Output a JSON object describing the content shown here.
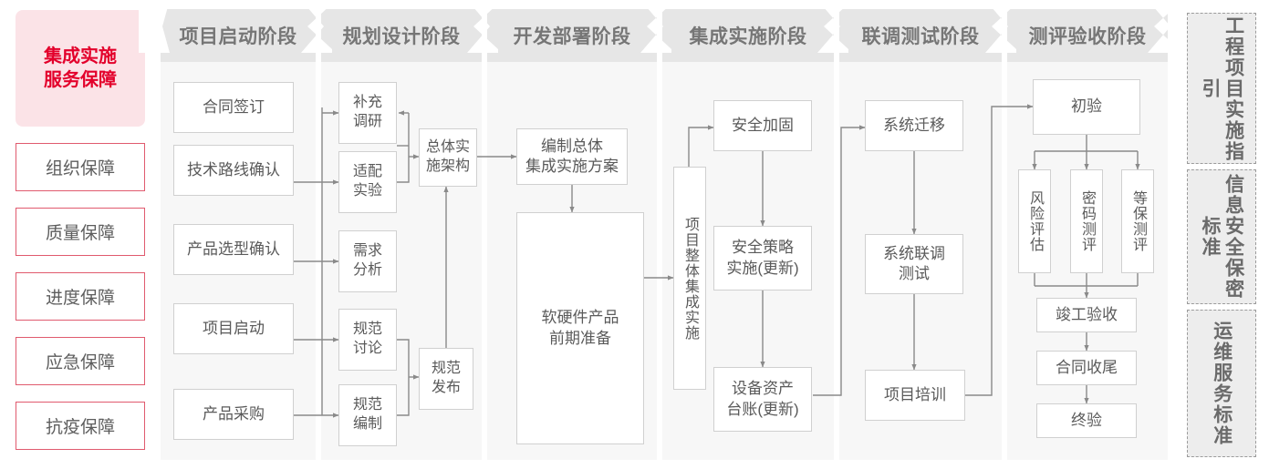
{
  "left_sidebar": {
    "title": "集成实施\n服务保障",
    "title_line1": "集成实施",
    "title_line2": "服务保障",
    "items": [
      {
        "label": "组织保障"
      },
      {
        "label": "质量保障"
      },
      {
        "label": "进度保障"
      },
      {
        "label": "应急保障"
      },
      {
        "label": "抗疫保障"
      }
    ]
  },
  "phases": [
    {
      "name": "项目启动阶段"
    },
    {
      "name": "规划设计阶段"
    },
    {
      "name": "开发部署阶段"
    },
    {
      "name": "集成实施阶段"
    },
    {
      "name": "联调测试阶段"
    },
    {
      "name": "测评验收阶段"
    }
  ],
  "nodes": {
    "p1_n1": "合同签订",
    "p1_n2": "技术路线确认",
    "p1_n3": "产品选型确认",
    "p1_n4": "项目启动",
    "p1_n5": "产品采购",
    "p2_n1": "补充\n调研",
    "p2_n2": "适配\n实验",
    "p2_n3": "需求\n分析",
    "p2_n4": "规范\n讨论",
    "p2_n5": "规范\n编制",
    "p2_n6": "总体实\n施架构",
    "p2_n7": "规范\n发布",
    "p3_n1": "编制总体\n集成实施方案",
    "p3_n2": "软硬件产品\n前期准备",
    "p4_n1": "项目整体集成实施",
    "p4_n2": "安全加固",
    "p4_n3": "安全策略\n实施(更新)",
    "p4_n4": "设备资产\n台账(更新)",
    "p5_n1": "系统迁移",
    "p5_n2": "系统联调\n测试",
    "p5_n3": "项目培训",
    "p6_n1": "初验",
    "p6_n2": "风险评估",
    "p6_n3": "密码测评",
    "p6_n4": "等保测评",
    "p6_n5": "竣工验收",
    "p6_n6": "合同收尾",
    "p6_n7": "终验"
  },
  "right_sidebar": {
    "items": [
      {
        "label": "工程项目实施指引"
      },
      {
        "label": "信息安全保密标准"
      },
      {
        "label": "运维服务标准"
      }
    ]
  },
  "colors": {
    "accent_red": "#e3002b",
    "accent_red_border": "#e05a6e",
    "title_bg": "#fbe3e7",
    "band_bg": "#f7f7f7",
    "head_bg": "#e6e6e6",
    "node_border": "#d0d0d0",
    "text_grey": "#5a5a5a",
    "wire": "#8a8a8a"
  }
}
